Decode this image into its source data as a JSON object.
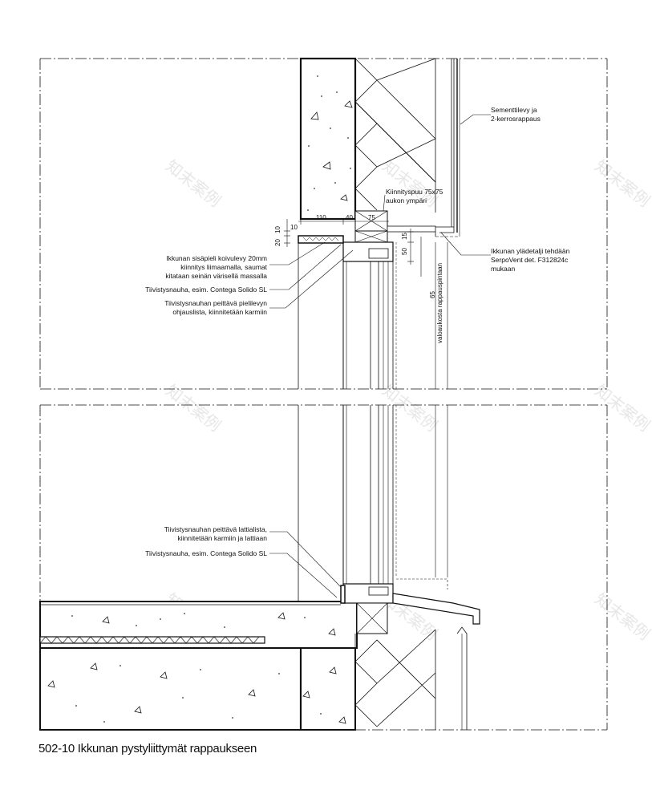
{
  "caption": "502-10 Ikkunan pystyliittymät rappaukseen",
  "watermark": "知末案例",
  "upper_detail": {
    "annotations": {
      "board_render": [
        "Sementtilevy ja",
        "2-kerrosrappaus"
      ],
      "fixing_timber": [
        "Kiinnityspuu 75x75",
        "aukon ympäri"
      ],
      "head_detail": [
        "Ikkunan ylädetalji tehdään",
        "SerpoVent det. F312824c",
        "mukaan"
      ],
      "reveal_board": [
        "Ikkunan sisäpieli koivulevy 20mm",
        "kiinnitys liimaamalla, saumat",
        "kitataan seinän värisellä massalla"
      ],
      "sealing_tape": [
        "Tiivistysnauha, esim. Contega Solido SL"
      ],
      "cover_strip": [
        "Tiivistysnauhan peittävä pielilevyn",
        "ohjauslista, kiinnitetään karmiin"
      ]
    },
    "dimensions": {
      "d110": "110",
      "d40": "40",
      "d75": "75",
      "d10_top": "10",
      "d10": "10",
      "d20": "20",
      "d50": "50",
      "d15": "15",
      "d65": "65",
      "d65_note": "valoaukosta rappauspintaan"
    }
  },
  "lower_detail": {
    "annotations": {
      "floor_strip": [
        "Tiivistysnauhan peittävä lattialista,",
        "kiinnitetään karmiin ja lattiaan"
      ],
      "sealing_tape": [
        "Tiivistysnauha, esim. Contega Solido SL"
      ]
    }
  }
}
